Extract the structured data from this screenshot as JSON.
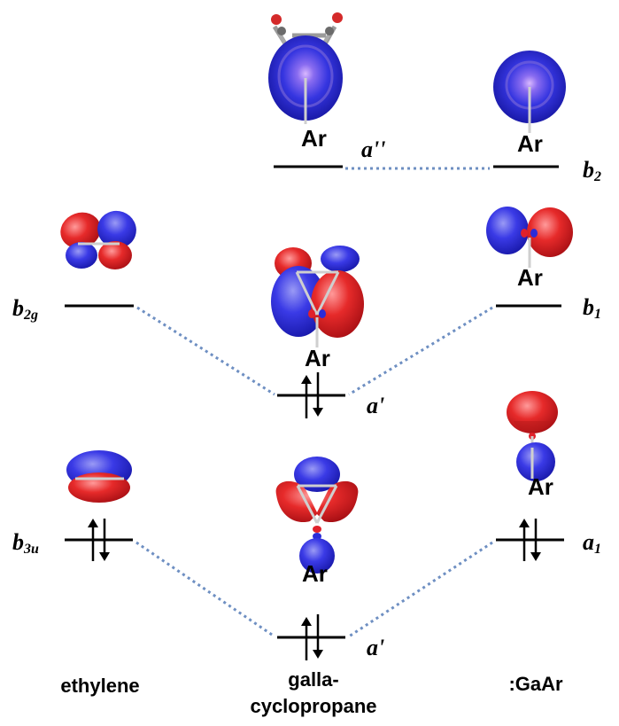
{
  "atom_label": "Ar",
  "columns": {
    "left": "ethylene",
    "middle_line1": "galla-",
    "middle_line2": "cyclopropane",
    "right": ":GaAr"
  },
  "symmetry": {
    "a_double_prime": "a''",
    "b2_main": "b",
    "b2_sub": "2",
    "b2g_main": "b",
    "b2g_sub": "2g",
    "a_prime_upper": "a'",
    "b1_main": "b",
    "b1_sub": "1",
    "b3u_main": "b",
    "b3u_sub": "3u",
    "a_prime_lower": "a'",
    "a1_main": "a",
    "a1_sub": "1"
  },
  "colors": {
    "positive_lobe": "#e0212b",
    "negative_lobe": "#2b2bd8",
    "connector": "#6e8fc2",
    "level": "#000000"
  }
}
